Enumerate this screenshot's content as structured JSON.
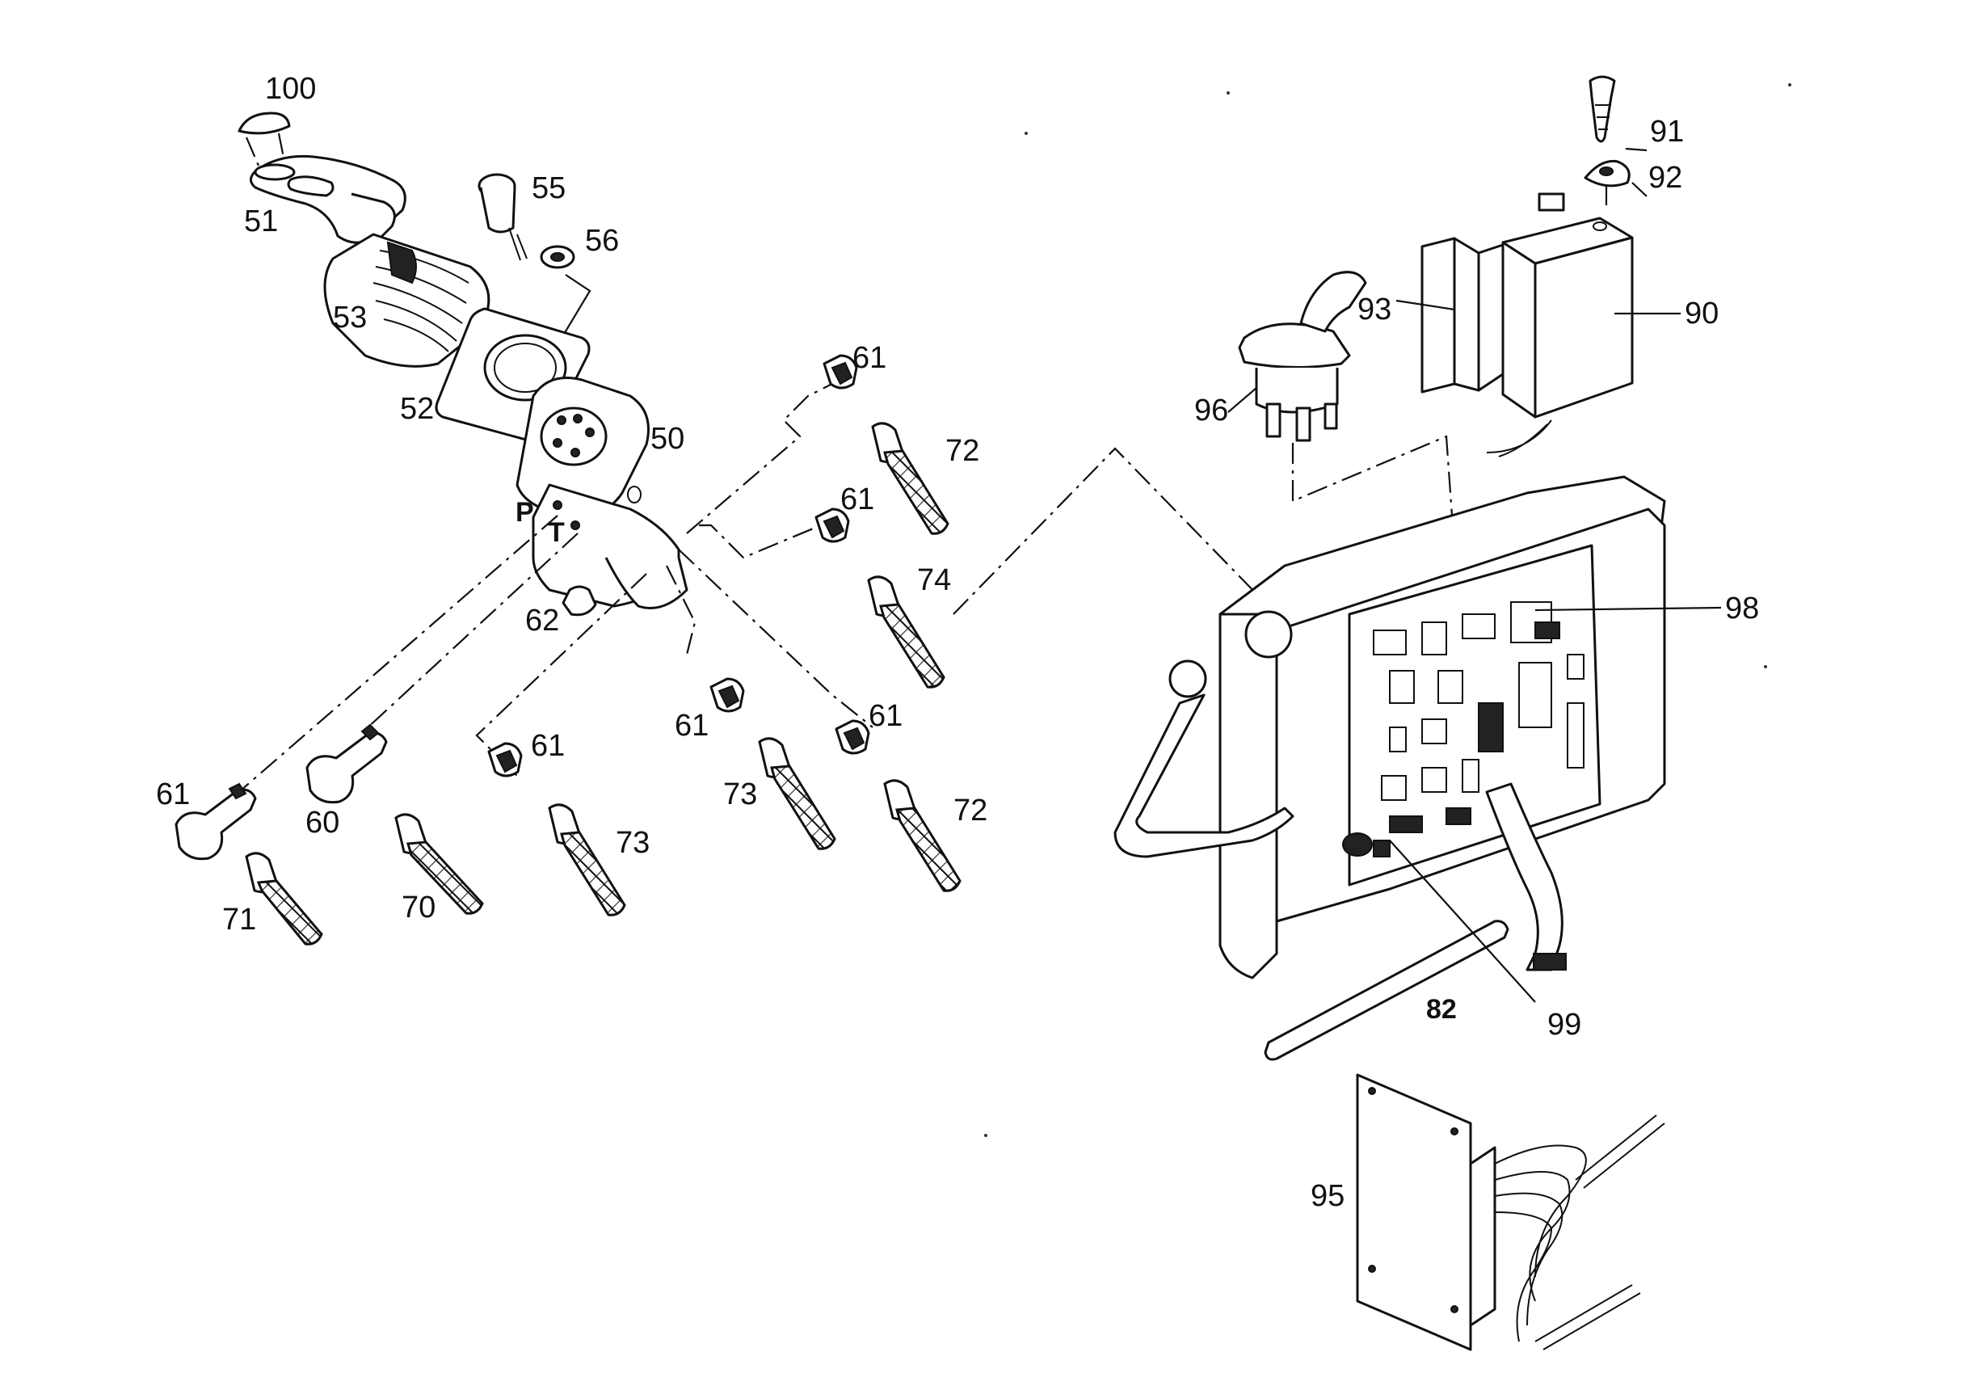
{
  "labels": {
    "p100": "100",
    "p51": "51",
    "p55": "55",
    "p56": "56",
    "p53": "53",
    "p52": "52",
    "p50": "50",
    "pP": "P",
    "pT": "T",
    "p62": "62",
    "p61a": "61",
    "p72a": "72",
    "p61b": "61",
    "p74": "74",
    "p61c": "61",
    "p73a": "73",
    "p61d": "61",
    "p72b": "72",
    "p61e": "61",
    "p73b": "73",
    "p61f": "61",
    "p60": "60",
    "p70": "70",
    "p71": "71",
    "p96": "96",
    "p93": "93",
    "p90": "90",
    "p91": "91",
    "p92": "92",
    "p98": "98",
    "p82": "82",
    "p99": "99",
    "p95": "95"
  }
}
